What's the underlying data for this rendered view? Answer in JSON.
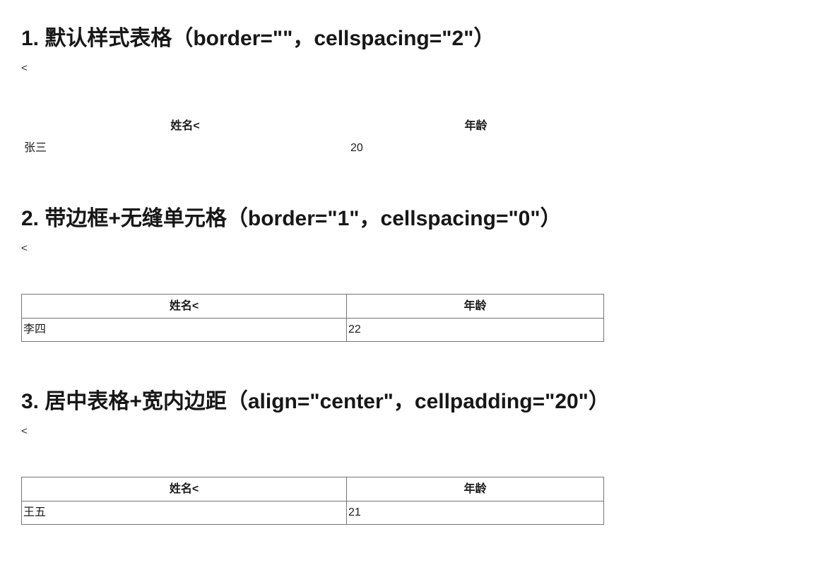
{
  "page": {
    "background": "#ffffff",
    "text_color": "#1b1b1b",
    "table_border_color": "#757575"
  },
  "sections": [
    {
      "heading": "1. 默认样式表格（border=\"\"，cellspacing=\"2\"）",
      "stray_text": "<",
      "table": {
        "style": "plain",
        "headers": [
          "姓名<",
          "年龄"
        ],
        "rows": [
          [
            "张三",
            "20"
          ]
        ]
      }
    },
    {
      "heading": "2. 带边框+无缝单元格（border=\"1\"，cellspacing=\"0\"）",
      "stray_text": "<",
      "table": {
        "style": "bordered",
        "headers": [
          "姓名<",
          "年龄"
        ],
        "rows": [
          [
            "李四",
            "22"
          ]
        ]
      }
    },
    {
      "heading": "3. 居中表格+宽内边距（align=\"center\"，cellpadding=\"20\"）",
      "stray_text": "<",
      "table": {
        "style": "bordered",
        "headers": [
          "姓名<",
          "年龄"
        ],
        "rows": [
          [
            "王五",
            "21"
          ]
        ]
      }
    }
  ]
}
